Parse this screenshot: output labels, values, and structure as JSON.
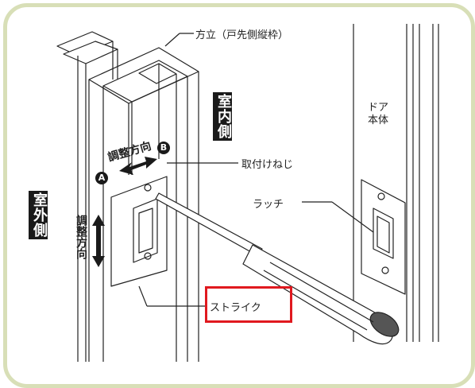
{
  "labels": {
    "jamb": "方立（戸先側縦枠）",
    "interior": "室内側",
    "exterior": "室外側",
    "adjust_horizontal": "調整方向",
    "adjust_vertical": "調整方向",
    "screw": "取付けねじ",
    "door_body": "ドア本体",
    "latch": "ラッチ",
    "strike": "ストライク",
    "marker_a": "A",
    "marker_b": "B"
  },
  "colors": {
    "frame_border": "#d8dfb7",
    "highlight": "#e0191f",
    "line": "#222222"
  }
}
